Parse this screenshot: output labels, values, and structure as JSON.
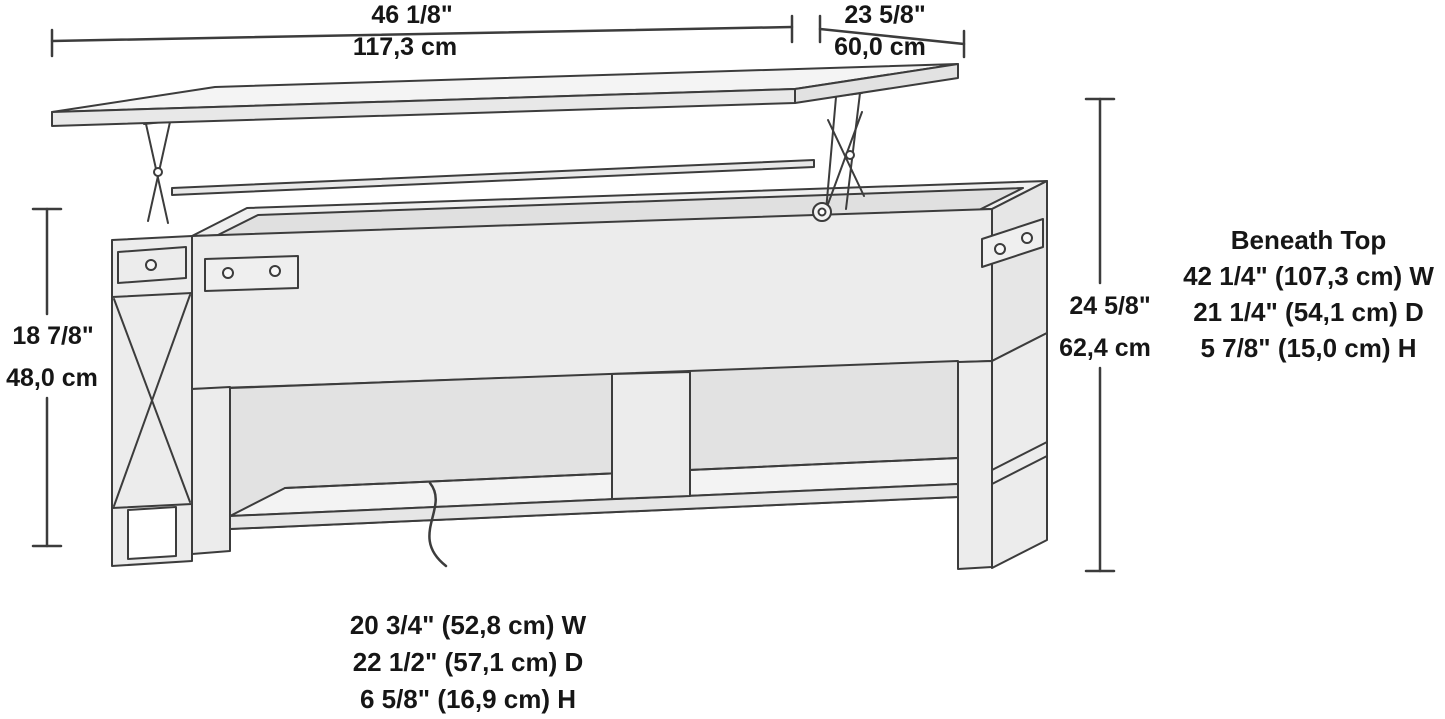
{
  "diagram": {
    "colors": {
      "background": "#ffffff",
      "line": "#3c3c3c",
      "text": "#161616",
      "face_light": "#f4f4f4",
      "face_mid": "#ececec",
      "face_dark": "#e0e0e0"
    },
    "dims": {
      "top_width_in": "46 1/8\"",
      "top_width_cm": "117,3 cm",
      "top_depth_in": "23 5/8\"",
      "top_depth_cm": "60,0 cm",
      "lift_height_in": "24 5/8\"",
      "lift_height_cm": "62,4 cm",
      "table_height_in": "18 7/8\"",
      "table_height_cm": "48,0 cm"
    },
    "beneath_top": {
      "heading": "Beneath Top",
      "width": "42 1/4\" (107,3 cm) W",
      "depth": "21 1/4\" (54,1 cm) D",
      "height": "5 7/8\" (15,0 cm) H"
    },
    "lower_shelf": {
      "width": "20 3/4\" (52,8 cm) W",
      "depth": "22 1/2\" (57,1 cm) D",
      "height": "6 5/8\" (16,9 cm) H"
    }
  }
}
